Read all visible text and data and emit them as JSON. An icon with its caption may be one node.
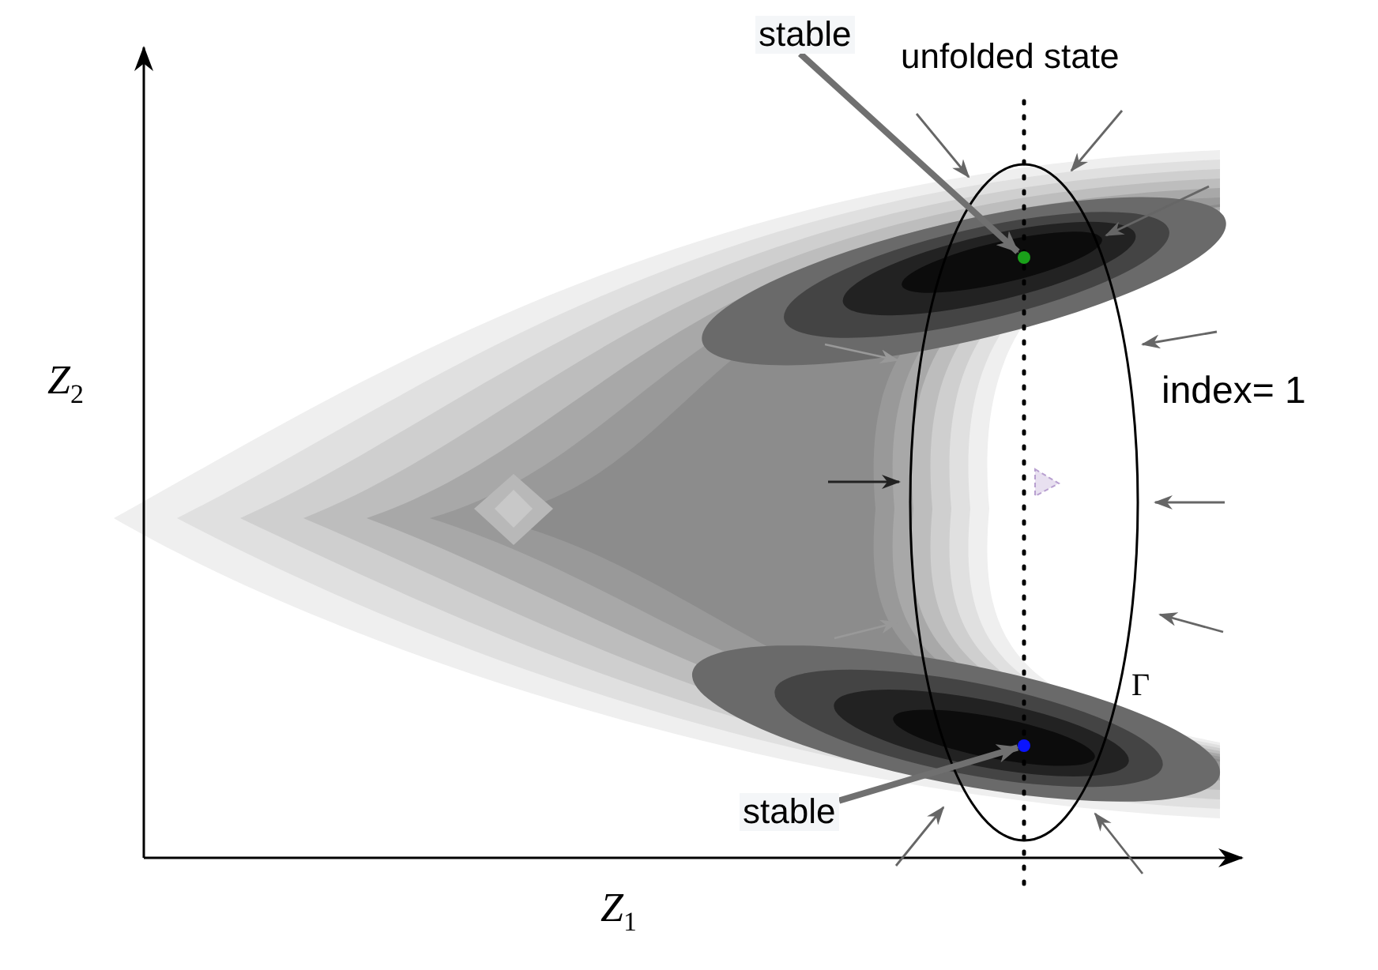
{
  "diagram": {
    "nodes": [
      {
        "text": [
          "stable"
        ]
      },
      {
        "text": [],
        "shape": "circle"
      },
      {
        "text": [
          "stable"
        ]
      },
      {
        "text": [],
        "shape": "circle"
      }
    ],
    "edges": [
      {
        "from": 0,
        "to": 1,
        "arrow": "to"
      },
      {
        "from": 2,
        "to": 3,
        "arrow": "to"
      }
    ],
    "labels": [
      "unfolded state",
      "Z$_{2}$",
      "index= 1",
      "Γ",
      "Z$_{1}$"
    ]
  }
}
